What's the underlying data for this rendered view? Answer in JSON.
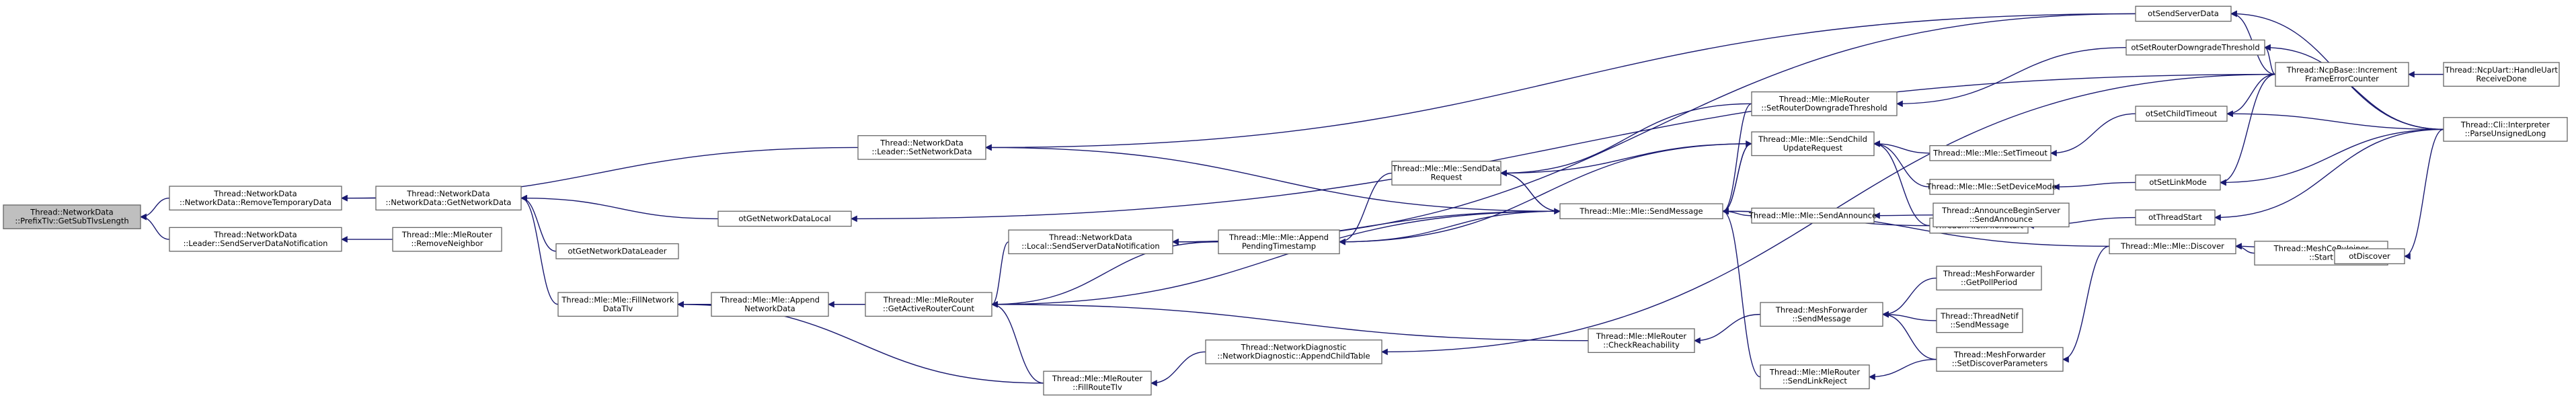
{
  "nodes": [
    {
      "id": "n0",
      "lines": [
        "Thread::NetworkData",
        "::PrefixTlv::GetSubTlvsLength"
      ],
      "root": true
    },
    {
      "id": "n1",
      "lines": [
        "Thread::NetworkData",
        "::NetworkData::RemoveTemporaryData"
      ]
    },
    {
      "id": "n2",
      "lines": [
        "Thread::NetworkData",
        "::Leader::SendServerDataNotification"
      ]
    },
    {
      "id": "n3",
      "lines": [
        "Thread::NetworkData",
        "::NetworkData::GetNetworkData"
      ]
    },
    {
      "id": "n4",
      "lines": [
        "Thread::NetworkData",
        "::Leader::SetNetworkData"
      ]
    },
    {
      "id": "n5",
      "lines": [
        "Thread::Mle::MleRouter",
        "::RemoveNeighbor"
      ]
    },
    {
      "id": "n6",
      "lines": [
        "otGetNetworkDataLocal"
      ]
    },
    {
      "id": "n7",
      "lines": [
        "otGetNetworkDataLeader"
      ]
    },
    {
      "id": "n8",
      "lines": [
        "Thread::Mle::Mle::FillNetwork",
        "DataTlv"
      ]
    },
    {
      "id": "n9",
      "lines": [
        "Thread::Mle::Mle::Append",
        "NetworkData"
      ]
    },
    {
      "id": "n10",
      "lines": [
        "Thread::Mle::MleRouter",
        "::GetActiveRouterCount"
      ]
    },
    {
      "id": "n11",
      "lines": [
        "Thread::NetworkData",
        "::Local::SendServerDataNotification"
      ]
    },
    {
      "id": "n12",
      "lines": [
        "Thread::Mle::Mle::Append",
        "PendingTimestamp"
      ]
    },
    {
      "id": "n13",
      "lines": [
        "Thread::Mle::MleRouter",
        "::FillRouteTlv"
      ]
    },
    {
      "id": "n14",
      "lines": [
        "Thread::NetworkDiagnostic",
        "::NetworkDiagnostic::AppendChildTable"
      ]
    },
    {
      "id": "n15",
      "lines": [
        "Thread::Mle::Mle::SendData",
        "Request"
      ]
    },
    {
      "id": "n16",
      "lines": [
        "Thread::Mle::MleRouter",
        "::SetRouterDowngradeThreshold"
      ]
    },
    {
      "id": "n17",
      "lines": [
        "Thread::Mle::Mle::SendChild",
        "UpdateRequest"
      ]
    },
    {
      "id": "n18",
      "lines": [
        "Thread::Mle::Mle::SendMessage"
      ]
    },
    {
      "id": "n19",
      "lines": [
        "Thread::Mle::MleRouter",
        "::CheckReachability"
      ]
    },
    {
      "id": "n20",
      "lines": [
        "Thread::MeshForwarder",
        "::SendMessage"
      ]
    },
    {
      "id": "n21",
      "lines": [
        "Thread::Mle::MleRouter",
        "::SendLinkReject"
      ]
    },
    {
      "id": "n22",
      "lines": [
        "Thread::Mle::Mle::SendAnnounce"
      ]
    },
    {
      "id": "n23",
      "lines": [
        "Thread::Mle::Mle::SetTimeout"
      ]
    },
    {
      "id": "n24",
      "lines": [
        "Thread::Mle::Mle::SetDeviceMode"
      ]
    },
    {
      "id": "n25",
      "lines": [
        "Thread::Mle::Mle::Start"
      ]
    },
    {
      "id": "n26",
      "lines": [
        "Thread::AnnounceBeginServer",
        "::SendAnnounce"
      ]
    },
    {
      "id": "n27",
      "lines": [
        "Thread::MeshForwarder",
        "::GetPollPeriod"
      ]
    },
    {
      "id": "n28",
      "lines": [
        "Thread::ThreadNetif",
        "::SendMessage"
      ]
    },
    {
      "id": "n29",
      "lines": [
        "Thread::MeshForwarder",
        "::SetDiscoverParameters"
      ]
    },
    {
      "id": "n30",
      "lines": [
        "otSendServerData"
      ]
    },
    {
      "id": "n31",
      "lines": [
        "otSetRouterDowngradeThreshold"
      ]
    },
    {
      "id": "n32",
      "lines": [
        "otSetChildTimeout"
      ]
    },
    {
      "id": "n33",
      "lines": [
        "otSetLinkMode"
      ]
    },
    {
      "id": "n34",
      "lines": [
        "otThreadStart"
      ]
    },
    {
      "id": "n35",
      "lines": [
        "Thread::Mle::Mle::Discover"
      ]
    },
    {
      "id": "n36",
      "lines": [
        "Thread::MeshCoP::Joiner",
        "::Start"
      ]
    },
    {
      "id": "n37",
      "lines": [
        "otDiscover"
      ]
    },
    {
      "id": "n38",
      "lines": [
        "Thread::NcpBase::Increment",
        "FrameErrorCounter"
      ]
    },
    {
      "id": "n39",
      "lines": [
        "Thread::NcpUart::HandleUart",
        "ReceiveDone"
      ]
    },
    {
      "id": "n40",
      "lines": [
        "Thread::Cli::Interpreter",
        "::ParseUnsignedLong"
      ]
    }
  ],
  "edges": [
    [
      "n1",
      "n0"
    ],
    [
      "n2",
      "n0"
    ],
    [
      "n3",
      "n1"
    ],
    [
      "n4",
      "n1"
    ],
    [
      "n5",
      "n2"
    ],
    [
      "n6",
      "n3"
    ],
    [
      "n7",
      "n3"
    ],
    [
      "n8",
      "n3"
    ],
    [
      "n30",
      "n4"
    ],
    [
      "n18",
      "n4"
    ],
    [
      "n9",
      "n8"
    ],
    [
      "n13",
      "n8"
    ],
    [
      "n10",
      "n9"
    ],
    [
      "n11",
      "n10"
    ],
    [
      "n12",
      "n10"
    ],
    [
      "n13",
      "n10"
    ],
    [
      "n19",
      "n10"
    ],
    [
      "n18",
      "n10"
    ],
    [
      "n30",
      "n11"
    ],
    [
      "n18",
      "n11"
    ],
    [
      "n12",
      "n11"
    ],
    [
      "n15",
      "n12"
    ],
    [
      "n17",
      "n12"
    ],
    [
      "n18",
      "n12"
    ],
    [
      "n14",
      "n13"
    ],
    [
      "n16",
      "n15"
    ],
    [
      "n17",
      "n15"
    ],
    [
      "n18",
      "n15"
    ],
    [
      "n31",
      "n16"
    ],
    [
      "n23",
      "n17"
    ],
    [
      "n24",
      "n17"
    ],
    [
      "n25",
      "n17"
    ],
    [
      "n18",
      "n17"
    ],
    [
      "n15",
      "n18"
    ],
    [
      "n16",
      "n18"
    ],
    [
      "n17",
      "n18"
    ],
    [
      "n20",
      "n19"
    ],
    [
      "n21",
      "n18"
    ],
    [
      "n22",
      "n18"
    ],
    [
      "n25",
      "n18"
    ],
    [
      "n35",
      "n18"
    ],
    [
      "n27",
      "n20"
    ],
    [
      "n28",
      "n20"
    ],
    [
      "n29",
      "n20"
    ],
    [
      "n29",
      "n21"
    ],
    [
      "n26",
      "n22"
    ],
    [
      "n32",
      "n23"
    ],
    [
      "n33",
      "n24"
    ],
    [
      "n34",
      "n25"
    ],
    [
      "n35",
      "n29"
    ],
    [
      "n36",
      "n35"
    ],
    [
      "n37",
      "n35"
    ],
    [
      "n38",
      "n30"
    ],
    [
      "n40",
      "n30"
    ],
    [
      "n38",
      "n31"
    ],
    [
      "n40",
      "n31"
    ],
    [
      "n38",
      "n32"
    ],
    [
      "n40",
      "n32"
    ],
    [
      "n38",
      "n33"
    ],
    [
      "n40",
      "n33"
    ],
    [
      "n40",
      "n34"
    ],
    [
      "n38",
      "n6"
    ],
    [
      "n40",
      "n37"
    ],
    [
      "n39",
      "n38"
    ],
    [
      "n38",
      "n14"
    ]
  ]
}
